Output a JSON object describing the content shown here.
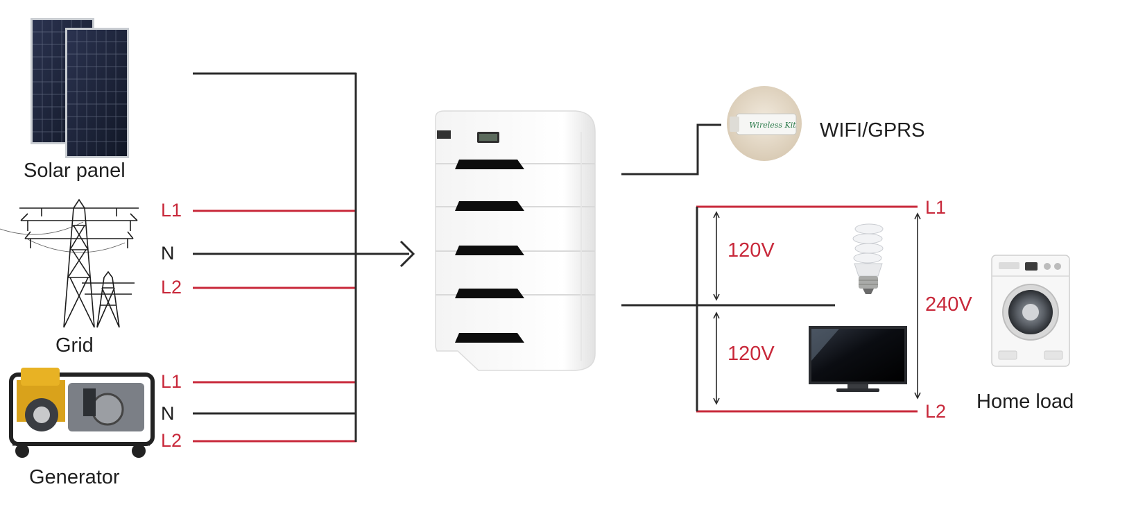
{
  "colors": {
    "line_black": "#2a2a2a",
    "line_red": "#c8283a",
    "label_red": "#c8283a",
    "label_black": "#1f1f1f"
  },
  "labels": {
    "solar_panel": "Solar panel",
    "grid": "Grid",
    "generator": "Generator",
    "wifi_gprs": "WIFI/GPRS",
    "home_load": "Home load",
    "wireless_kit": "Wireless Kit"
  },
  "grid_terminals": {
    "l1": "L1",
    "n": "N",
    "l2": "L2"
  },
  "generator_terminals": {
    "l1": "L1",
    "n": "N",
    "l2": "L2"
  },
  "output": {
    "l1": "L1",
    "l2": "L2",
    "v_upper": "120V",
    "v_lower": "120V",
    "v_total": "240V"
  },
  "icons": {
    "solar": "solar-panel-icon",
    "grid": "power-tower-icon",
    "generator": "generator-icon",
    "battery": "battery-stack-icon",
    "wifi_module": "wireless-kit-icon",
    "bulb": "light-bulb-icon",
    "tv": "tv-icon",
    "washer": "washing-machine-icon"
  }
}
